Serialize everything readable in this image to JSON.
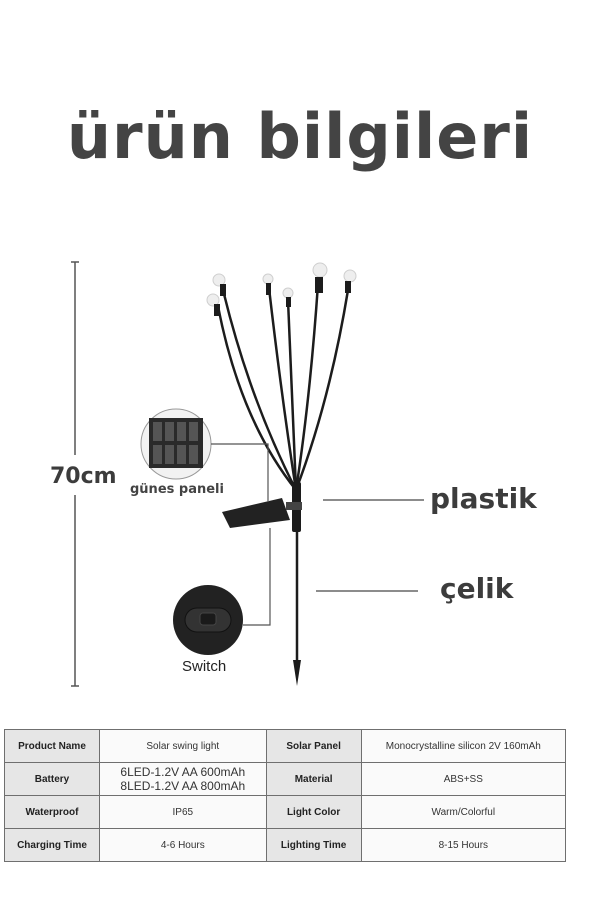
{
  "title": "ürün bilgileri",
  "diagram": {
    "height_label": "70cm",
    "solar_panel_label": "günes paneli",
    "plastic_label": "plastik",
    "steel_label": "çelik",
    "switch_label": "Switch",
    "bulb_count": 6
  },
  "specs": {
    "rows": [
      {
        "k1": "Product Name",
        "v1": "Solar swing light",
        "k2": "Solar Panel",
        "v2": "Monocrystalline silicon 2V 160mAh"
      },
      {
        "k1": "Battery",
        "v1a": "6LED-1.2V AA 600mAh",
        "v1b": "8LED-1.2V AA 800mAh",
        "k2": "Material",
        "v2": "ABS+SS"
      },
      {
        "k1": "Waterproof",
        "v1": "IP65",
        "k2": "Light Color",
        "v2": "Warm/Colorful"
      },
      {
        "k1": "Charging Time",
        "v1": "4-6 Hours",
        "k2": "Lighting Time",
        "v2": "8-15 Hours"
      }
    ]
  }
}
